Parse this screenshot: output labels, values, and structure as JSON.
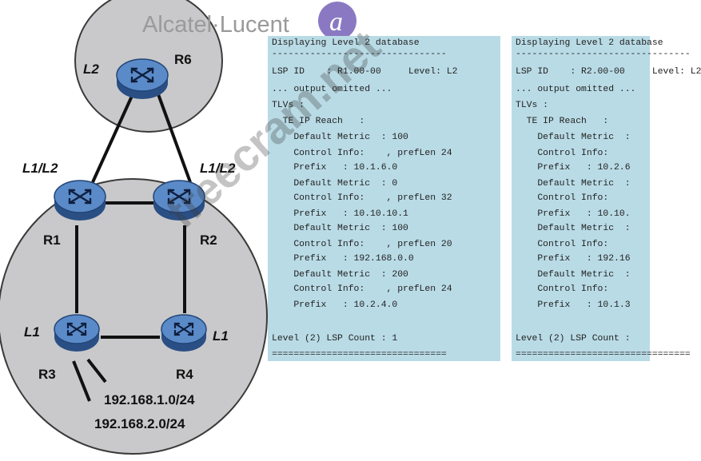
{
  "brand": {
    "name": "Alcatel·Lucent",
    "logo_glyph": "a"
  },
  "routers": {
    "r6": {
      "name": "R6",
      "level": "L2"
    },
    "r1": {
      "name": "R1",
      "level": "L1/L2"
    },
    "r2": {
      "name": "R2",
      "level": "L1/L2"
    },
    "r3": {
      "name": "R3",
      "level": "L1"
    },
    "r4": {
      "name": "R4",
      "level": "L1"
    }
  },
  "networks": [
    "192.168.1.0/24",
    "192.168.2.0/24"
  ],
  "panels": [
    {
      "id": "r1",
      "lines": [
        "Displaying Level 2 database",
        "--------------------------------",
        "LSP ID    : R1.00-00     Level: L2",
        "... output omitted ...",
        "TLVs :",
        "  TE IP Reach   :",
        "    Default Metric  : 100",
        "    Control Info:    , prefLen 24",
        "    Prefix   : 10.1.6.0",
        "    Default Metric  : 0",
        "    Control Info:    , prefLen 32",
        "    Prefix   : 10.10.10.1",
        "    Default Metric  : 100",
        "    Control Info:    , prefLen 20",
        "    Prefix   : 192.168.0.0",
        "    Default Metric  : 200",
        "    Control Info:    , prefLen 24",
        "    Prefix   : 10.2.4.0",
        "",
        "Level (2) LSP Count : 1",
        "================================"
      ]
    },
    {
      "id": "r2",
      "lines": [
        "Displaying Level 2 database",
        "--------------------------------",
        "LSP ID    : R2.00-00     Level: L2",
        "... output omitted ...",
        "TLVs :",
        "  TE IP Reach   :",
        "    Default Metric  :",
        "    Control Info:",
        "    Prefix   : 10.2.6",
        "    Default Metric  :",
        "    Control Info:",
        "    Prefix   : 10.10.",
        "    Default Metric  :",
        "    Control Info:",
        "    Prefix   : 192.16",
        "    Default Metric  :",
        "    Control Info:",
        "    Prefix   : 10.1.3",
        "",
        "Level (2) LSP Count :",
        "================================"
      ]
    }
  ],
  "watermark": "freecram.net",
  "colors": {
    "area_fill": "#c9c9cb",
    "router_top": "#4f7fbf",
    "router_side": "#2a4f85",
    "panel_bg": "#b9dbe6",
    "logo": "#8a79c2"
  }
}
